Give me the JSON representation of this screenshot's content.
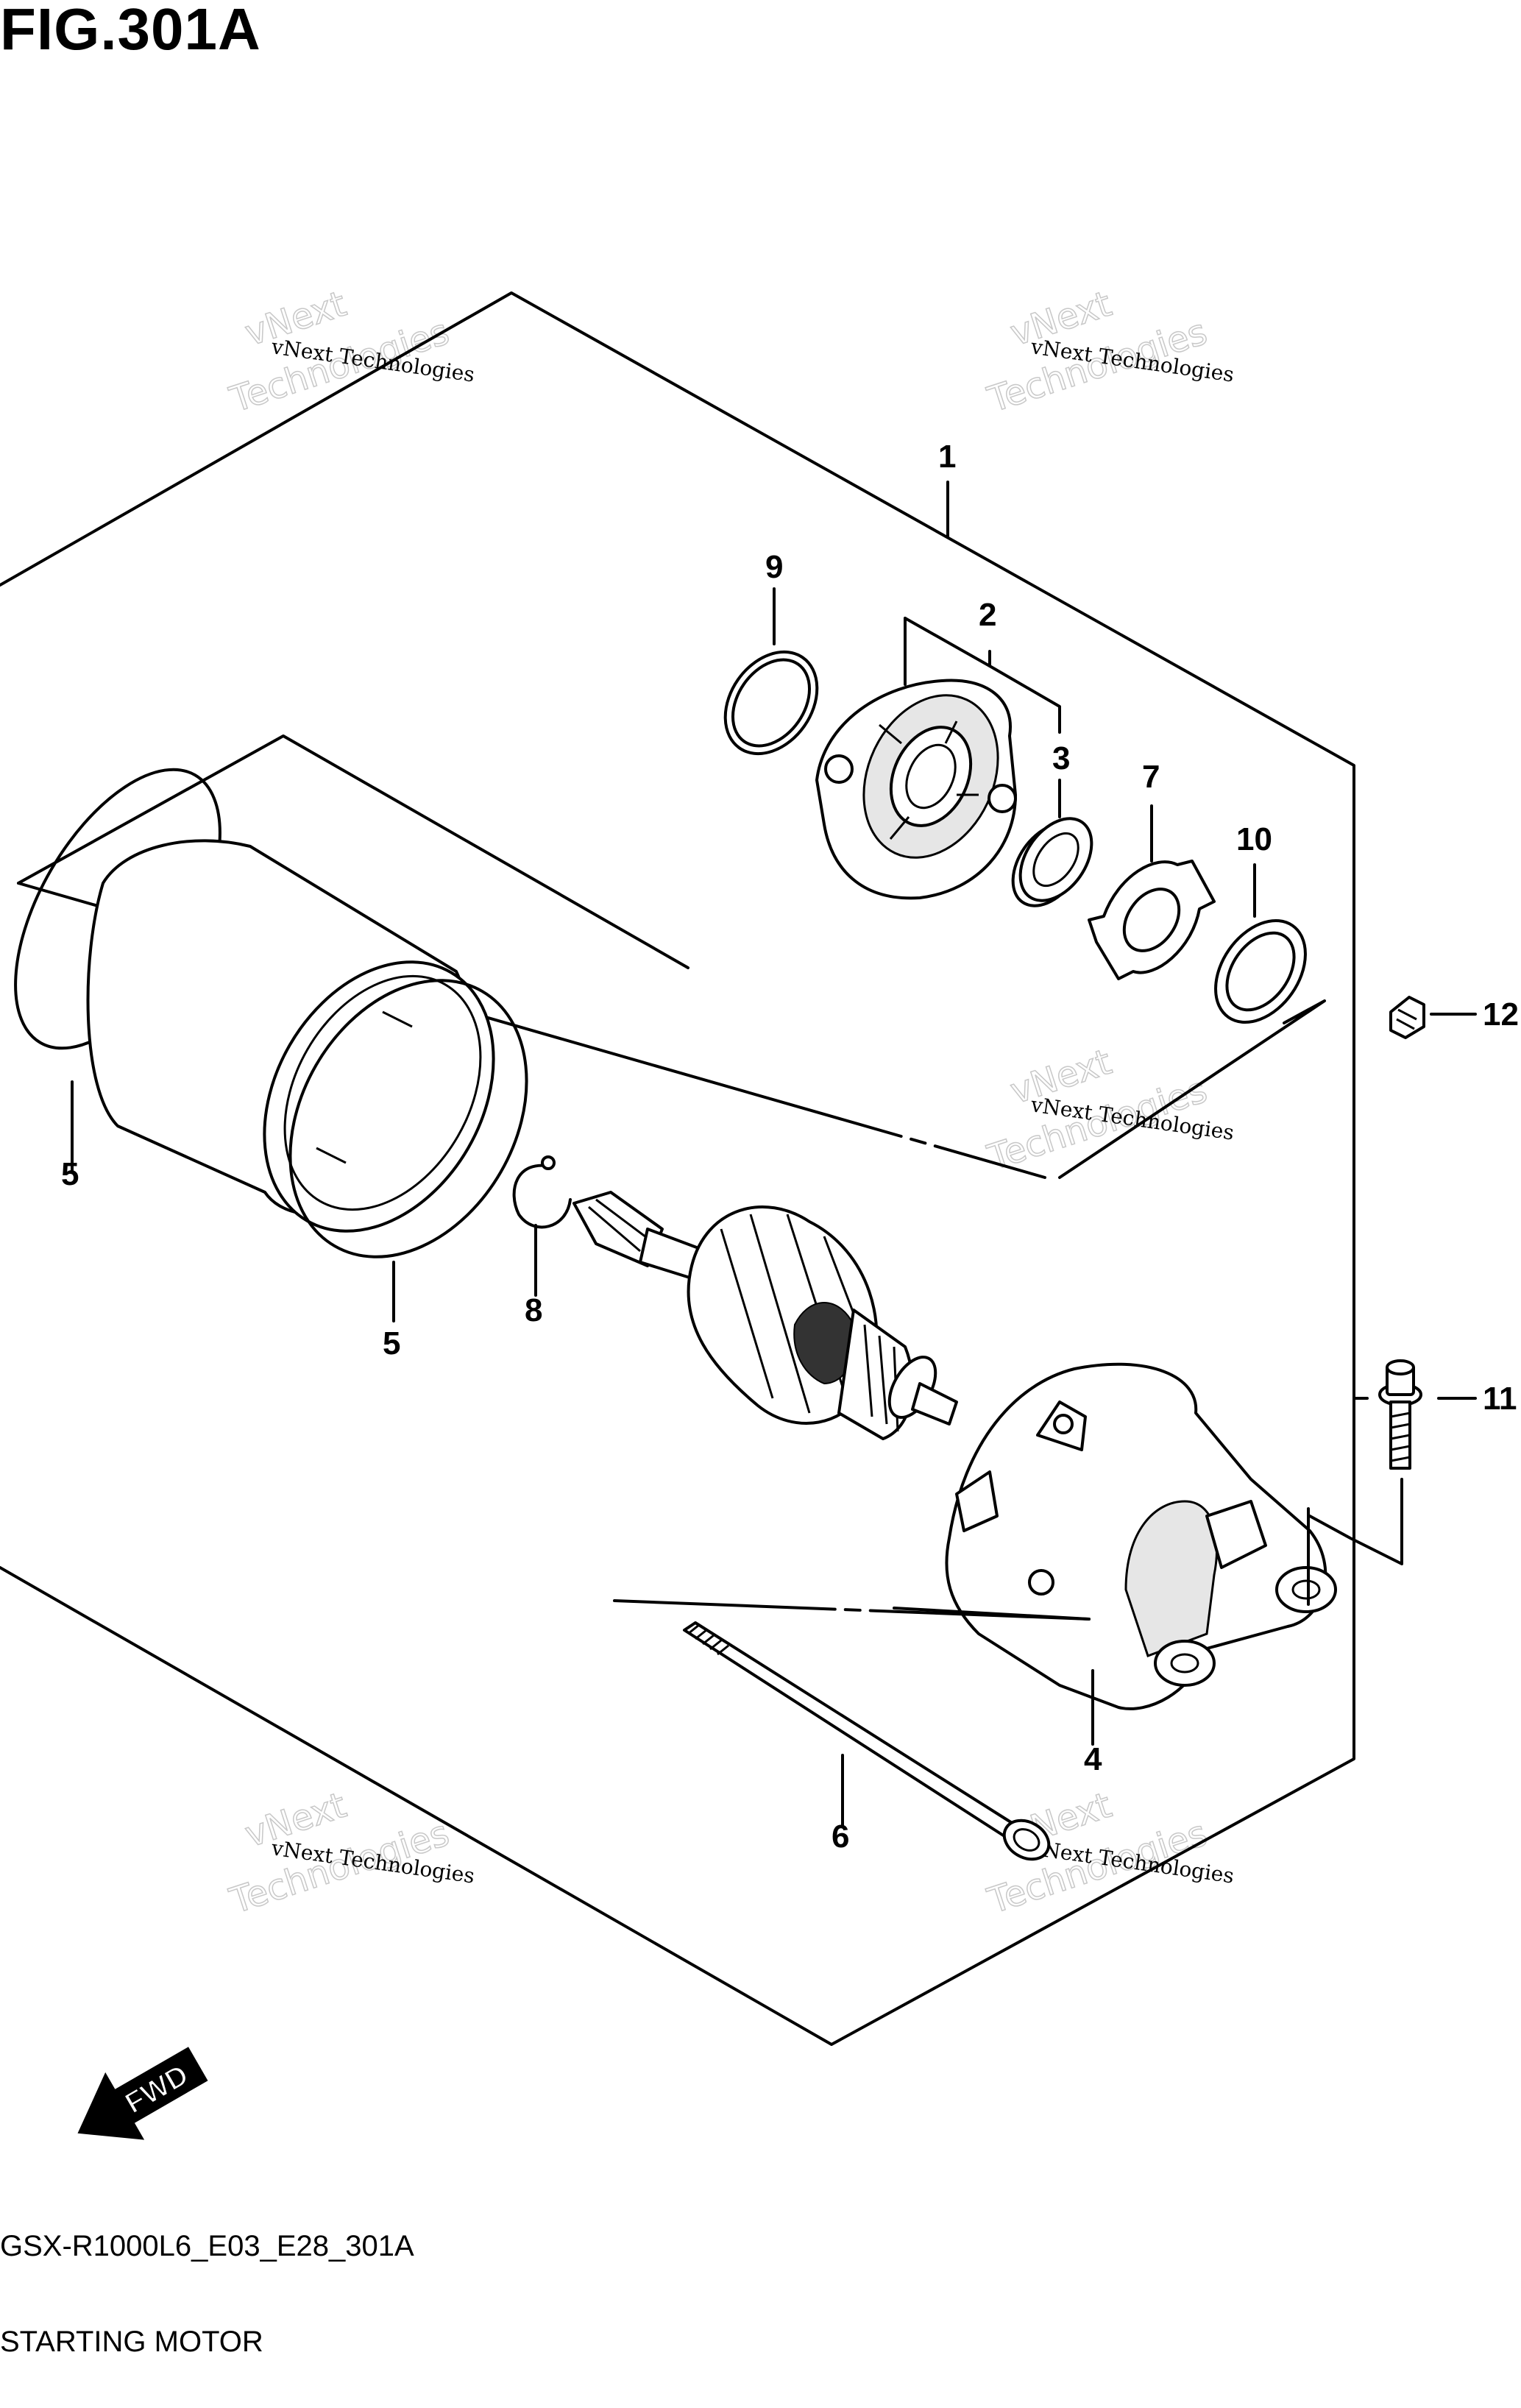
{
  "figure": {
    "title": "FIG.301A",
    "code": "GSX-R1000L6_E03_E28_301A",
    "name": "STARTING MOTOR"
  },
  "callouts": [
    "1",
    "2",
    "3",
    "4",
    "5",
    "5",
    "6",
    "7",
    "8",
    "9",
    "10",
    "11",
    "12"
  ],
  "watermark": {
    "small": "vNext Technologies",
    "big_line1": "vNext",
    "big_line2": "Technologies"
  },
  "direction_arrow": {
    "label": "FWD",
    "icon": "fwd-arrow-icon"
  }
}
